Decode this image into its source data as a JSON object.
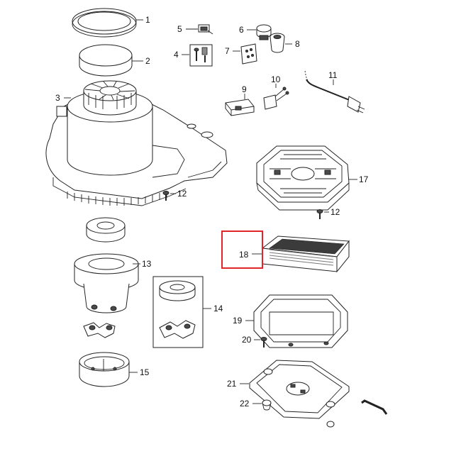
{
  "labels": {
    "p1": "1",
    "p2": "2",
    "p3": "3",
    "p4": "4",
    "p5": "5",
    "p6": "6",
    "p7": "7",
    "p8": "8",
    "p9": "9",
    "p10": "10",
    "p11": "11",
    "p12a": "12",
    "p12b": "12",
    "p13": "13",
    "p14": "14",
    "p15": "15",
    "p17": "17",
    "p18": "18",
    "p19": "19",
    "p20": "20",
    "p21": "21",
    "p22": "22"
  },
  "highlight": {
    "part": "18",
    "color": "#e0262b"
  }
}
